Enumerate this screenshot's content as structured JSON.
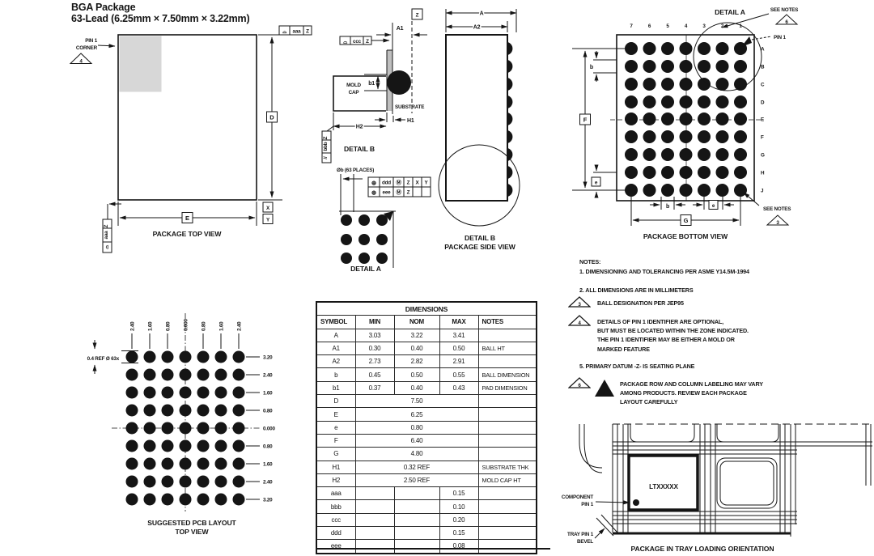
{
  "title": {
    "line1": "BGA Package",
    "line2": "63-Lead (6.25mm × 7.50mm × 3.22mm)"
  },
  "colors": {
    "ink": "#151515",
    "pin1_zone_gray": "#d7d7d7",
    "substrate_gray": "#bfbfbf"
  },
  "top_view": {
    "caption": "PACKAGE TOP VIEW",
    "pin1_line1": "PIN 1",
    "pin1_line2": "CORNER",
    "pin1_flag": "4",
    "dim_d": "D",
    "dim_e": "E",
    "datum_x": "X",
    "datum_y": "Y",
    "flatness": {
      "symbol": "⌓",
      "tol": "aaa",
      "datum": "Z"
    }
  },
  "detail_b": {
    "caption": "DETAIL B",
    "mold_line1": "MOLD",
    "mold_line2": "CAP",
    "substrate": "SUBSTRATE",
    "dim_a1": "A1",
    "dim_b1": "b1",
    "dim_h1": "H1",
    "dim_h2": "H2",
    "datum_z": "Z",
    "flatness": {
      "symbol": "⌓",
      "tol": "ccc",
      "datum": "Z"
    },
    "parallelism": {
      "symbol": "//",
      "tol": "bbb",
      "datum": "Z"
    }
  },
  "side_view": {
    "dim_a": "A",
    "dim_a2": "A2",
    "caption_line1": "DETAIL B",
    "caption_line2": "PACKAGE SIDE VIEW"
  },
  "detail_a": {
    "ball_note": "Øb (63 PLACES)",
    "caption": "DETAIL A",
    "fcf": [
      {
        "sym": "⊕",
        "tol": "ddd",
        "mod": "Ⓜ",
        "datums": [
          "Z",
          "X",
          "Y"
        ]
      },
      {
        "sym": "⊕",
        "tol": "eee",
        "mod": "Ⓜ",
        "datums": [
          "Z",
          "",
          ""
        ]
      }
    ]
  },
  "bottom_view": {
    "detail_label": "DETAIL A",
    "see_notes_top": "SEE NOTES",
    "see_notes_top_flag": "6",
    "see_notes_bottom": "SEE NOTES",
    "see_notes_bottom_flag": "3",
    "pin1": "PIN 1",
    "col_labels": [
      "7",
      "6",
      "5",
      "4",
      "3",
      "2",
      "1"
    ],
    "row_labels": [
      "A",
      "B",
      "C",
      "D",
      "E",
      "F",
      "G",
      "H",
      "J"
    ],
    "dim_b_left": "b",
    "dim_e_left": "e",
    "dim_f": "F",
    "dim_b_bottom": "b",
    "dim_e_bottom": "e",
    "dim_g": "G",
    "caption": "PACKAGE BOTTOM VIEW"
  },
  "notes": {
    "heading": "NOTES:",
    "items": [
      {
        "flag": "",
        "warn": false,
        "text": "1. DIMENSIONING AND TOLERANCING PER ASME Y14.5M-1994"
      },
      {
        "flag": "",
        "warn": false,
        "text": "2. ALL DIMENSIONS ARE IN MILLIMETERS"
      },
      {
        "flag": "3",
        "warn": false,
        "text": "BALL DESIGNATION PER JEP95"
      },
      {
        "flag": "4",
        "warn": false,
        "text": "DETAILS OF PIN 1 IDENTIFIER ARE OPTIONAL,\nBUT MUST BE LOCATED WITHIN THE ZONE INDICATED.\nTHE PIN 1 IDENTIFIER MAY BE EITHER A MOLD OR\nMARKED FEATURE"
      },
      {
        "flag": "",
        "warn": false,
        "text": "5. PRIMARY DATUM -Z- IS SEATING PLANE"
      },
      {
        "flag": "6",
        "warn": true,
        "text": "PACKAGE ROW AND COLUMN LABELING MAY VARY\nAMONG PRODUCTS. REVIEW EACH PACKAGE\nLAYOUT CAREFULLY"
      }
    ]
  },
  "dimensions_table": {
    "title": "DIMENSIONS",
    "headers": [
      "SYMBOL",
      "MIN",
      "NOM",
      "MAX",
      "NOTES"
    ],
    "rows": [
      {
        "symbol": "A",
        "min": "3.03",
        "nom": "3.22",
        "max": "3.41",
        "notes": ""
      },
      {
        "symbol": "A1",
        "min": "0.30",
        "nom": "0.40",
        "max": "0.50",
        "notes": "BALL HT"
      },
      {
        "symbol": "A2",
        "min": "2.73",
        "nom": "2.82",
        "max": "2.91",
        "notes": ""
      },
      {
        "symbol": "b",
        "min": "0.45",
        "nom": "0.50",
        "max": "0.55",
        "notes": "BALL DIMENSION"
      },
      {
        "symbol": "b1",
        "min": "0.37",
        "nom": "0.40",
        "max": "0.43",
        "notes": "PAD DIMENSION"
      },
      {
        "symbol": "D",
        "span": "7.50",
        "notes": ""
      },
      {
        "symbol": "E",
        "span": "6.25",
        "notes": ""
      },
      {
        "symbol": "e",
        "span": "0.80",
        "notes": ""
      },
      {
        "symbol": "F",
        "span": "6.40",
        "notes": ""
      },
      {
        "symbol": "G",
        "span": "4.80",
        "notes": ""
      },
      {
        "symbol": "H1",
        "span": "0.32 REF",
        "notes": "SUBSTRATE THK"
      },
      {
        "symbol": "H2",
        "span": "2.50 REF",
        "notes": "MOLD CAP HT"
      },
      {
        "symbol": "aaa",
        "min": "",
        "nom": "",
        "max": "0.15",
        "notes": ""
      },
      {
        "symbol": "bbb",
        "min": "",
        "nom": "",
        "max": "0.10",
        "notes": ""
      },
      {
        "symbol": "ccc",
        "min": "",
        "nom": "",
        "max": "0.20",
        "notes": ""
      },
      {
        "symbol": "ddd",
        "min": "",
        "nom": "",
        "max": "0.15",
        "notes": ""
      },
      {
        "symbol": "eee",
        "min": "",
        "nom": "",
        "max": "0.08",
        "notes": ""
      }
    ]
  },
  "pcb_layout": {
    "pad_note": "0.4 REF Ø 63x",
    "col_ticks": [
      "2.40",
      "1.60",
      "0.80",
      "0.000",
      "0.80",
      "1.60",
      "2.40"
    ],
    "row_ticks": [
      "3.20",
      "2.40",
      "1.60",
      "0.80",
      "0.000",
      "0.80",
      "1.60",
      "2.40",
      "3.20"
    ],
    "caption_line1": "SUGGESTED PCB LAYOUT",
    "caption_line2": "TOP VIEW"
  },
  "tray": {
    "component_line1": "COMPONENT",
    "component_line2": "PIN 1",
    "bevel_line1": "TRAY PIN 1",
    "bevel_line2": "BEVEL",
    "marking": "LTXXXXX",
    "caption": "PACKAGE IN TRAY LOADING ORIENTATION"
  }
}
